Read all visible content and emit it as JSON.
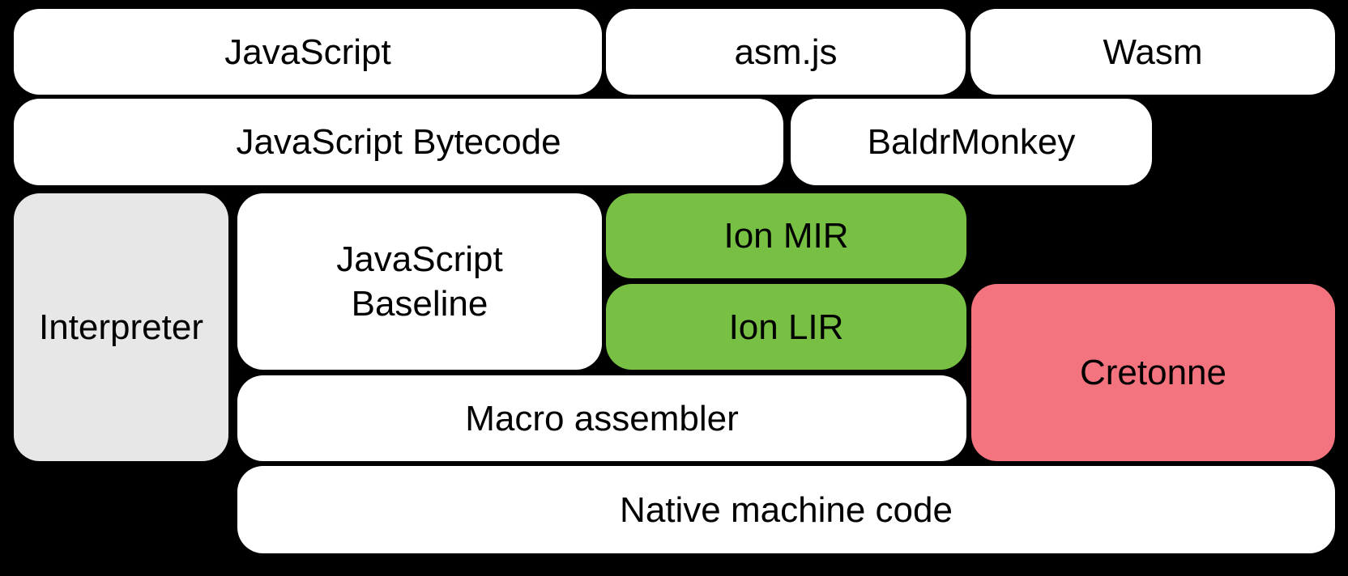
{
  "colors": {
    "background": "#000000",
    "box_white": "#ffffff",
    "box_gray": "#e7e7e7",
    "box_green": "#77c043",
    "box_pink": "#f3737f",
    "text": "#000000"
  },
  "nodes": {
    "javascript": {
      "label": "JavaScript"
    },
    "asmjs": {
      "label": "asm.js"
    },
    "wasm": {
      "label": "Wasm"
    },
    "bytecode": {
      "label": "JavaScript Bytecode"
    },
    "baldrmonkey": {
      "label": "BaldrMonkey"
    },
    "interpreter": {
      "label": "Interpreter"
    },
    "baseline": {
      "label": "JavaScript\nBaseline"
    },
    "ion_mir": {
      "label": "Ion MIR"
    },
    "ion_lir": {
      "label": "Ion LIR"
    },
    "cretonne": {
      "label": "Cretonne"
    },
    "macro_assembler": {
      "label": "Macro assembler"
    },
    "native_machine_code": {
      "label": "Native machine code"
    }
  }
}
